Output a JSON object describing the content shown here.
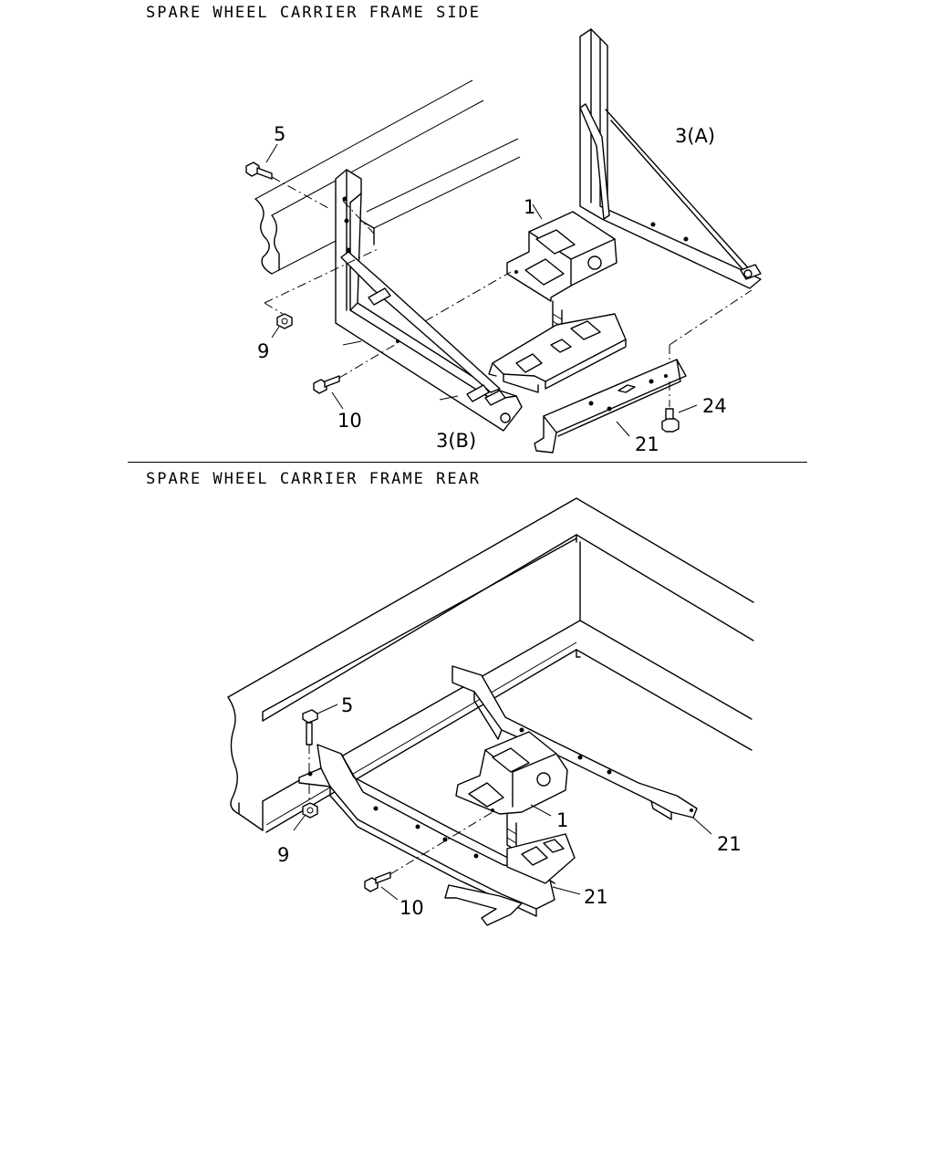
{
  "sections": [
    {
      "title": "SPARE WHEEL CARRIER FRAME SIDE",
      "callouts": [
        {
          "number": "5"
        },
        {
          "number": "3(A)"
        },
        {
          "number": "1"
        },
        {
          "number": "9"
        },
        {
          "number": "10"
        },
        {
          "number": "3(B)"
        },
        {
          "number": "24"
        },
        {
          "number": "21"
        }
      ]
    },
    {
      "title": "SPARE WHEEL CARRIER FRAME REAR",
      "callouts": [
        {
          "number": "5"
        },
        {
          "number": "1"
        },
        {
          "number": "9"
        },
        {
          "number": "21"
        },
        {
          "number": "10"
        },
        {
          "number": "21"
        }
      ]
    }
  ],
  "colors": {
    "line": "#000000",
    "background": "#ffffff"
  }
}
